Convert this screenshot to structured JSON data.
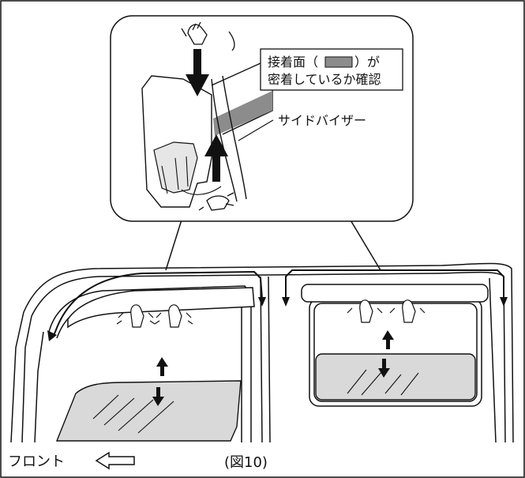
{
  "callout": {
    "line1": "接着面（",
    "line1_tail": "）が",
    "line2": "密着しているか確認"
  },
  "label_side_visor": "サイドバイザー",
  "label_front": "フロント",
  "figure_caption": "(図10)",
  "colors": {
    "line": "#111111",
    "glass": "#d9d9d9",
    "adhesive": "#8c8c8c",
    "background": "#ffffff"
  },
  "icons": [
    "front-arrow-icon",
    "hand-icon",
    "up-down-arrow-icon",
    "push-arrow-icon"
  ]
}
